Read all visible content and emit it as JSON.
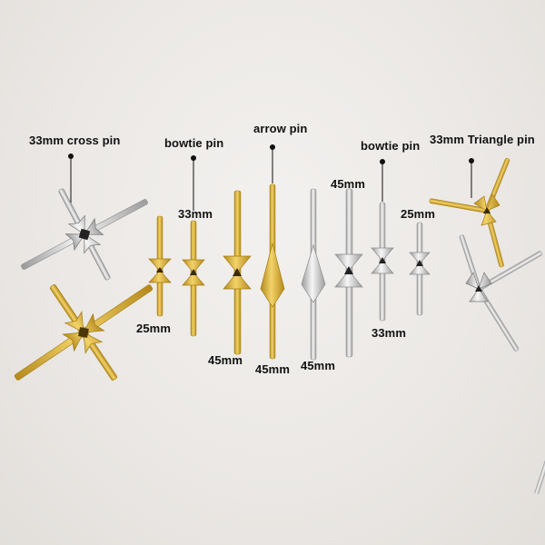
{
  "labels": {
    "cross_pin": "33mm cross pin",
    "bowtie_pin_1": "bowtie pin",
    "arrow_pin": "arrow pin",
    "bowtie_pin_2": "bowtie pin",
    "triangle_pin": "33mm Triangle pin"
  },
  "sizes": {
    "bowtie_gold_small": "25mm",
    "bowtie_gold_mid": "33mm",
    "bowtie_gold_long": "45mm",
    "arrow_gold": "45mm",
    "arrow_silver": "45mm",
    "bowtie_silver_long": "45mm",
    "bowtie_silver_mid": "33mm",
    "bowtie_silver_small": "25mm"
  },
  "colors": {
    "gold": "#d9b13a",
    "gold_dark": "#a67c12",
    "silver": "#d6d6d6",
    "silver_dark": "#8d8d8d",
    "background": "#ece9e6"
  }
}
